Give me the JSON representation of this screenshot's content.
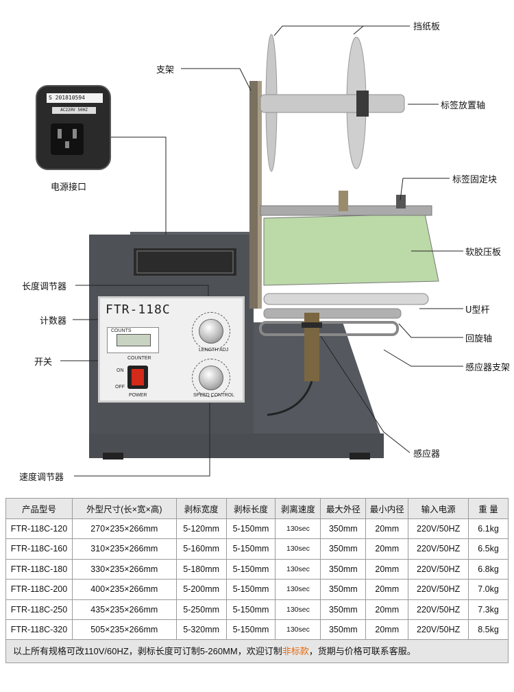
{
  "callouts": {
    "paper_guard": "挡纸板",
    "bracket": "支架",
    "label_shaft": "标签放置轴",
    "power_port": "电源接口",
    "label_fix_block": "标签固定块",
    "soft_plate": "软胶压板",
    "length_adjuster": "长度调节器",
    "u_bar": "U型杆",
    "counter": "计数器",
    "rewind_shaft": "回旋轴",
    "switch": "开关",
    "sensor_bracket": "感应器支架",
    "sensor": "感应器",
    "speed_adjuster": "速度调节器"
  },
  "inset": {
    "serial": "S 201810594",
    "voltage": "AC220V 50HZ"
  },
  "panel": {
    "model": "FTR-118C",
    "counts_label": "COUNTS",
    "counter_label": "COUNTER",
    "on_label": "ON",
    "off_label": "OFF",
    "power_label": "POWER",
    "length_label": "LENGTH ADJ",
    "speed_label": "SPEED CONTROL"
  },
  "table": {
    "headers": [
      "产品型号",
      "外型尺寸(长×宽×高)",
      "剥标宽度",
      "剥标长度",
      "剥离速度",
      "最大外径",
      "最小内径",
      "输入电源",
      "重 量"
    ],
    "rows": [
      [
        "FTR-118C-120",
        "270×235×266mm",
        "5-120mm",
        "5-150mm",
        "130sec",
        "350mm",
        "20mm",
        "220V/50HZ",
        "6.1kg"
      ],
      [
        "FTR-118C-160",
        "310×235×266mm",
        "5-160mm",
        "5-150mm",
        "130sec",
        "350mm",
        "20mm",
        "220V/50HZ",
        "6.5kg"
      ],
      [
        "FTR-118C-180",
        "330×235×266mm",
        "5-180mm",
        "5-150mm",
        "130sec",
        "350mm",
        "20mm",
        "220V/50HZ",
        "6.8kg"
      ],
      [
        "FTR-118C-200",
        "400×235×266mm",
        "5-200mm",
        "5-150mm",
        "130sec",
        "350mm",
        "20mm",
        "220V/50HZ",
        "7.0kg"
      ],
      [
        "FTR-118C-250",
        "435×235×266mm",
        "5-250mm",
        "5-150mm",
        "130sec",
        "350mm",
        "20mm",
        "220V/50HZ",
        "7.3kg"
      ],
      [
        "FTR-118C-320",
        "505×235×266mm",
        "5-320mm",
        "5-150mm",
        "130sec",
        "350mm",
        "20mm",
        "220V/50HZ",
        "8.5kg"
      ]
    ]
  },
  "note": {
    "before": "以上所有规格可改110V/60HZ，剥标长度可订制5-260MM，欢迎订制",
    "highlight": "非标款",
    "after": "，货期与价格可联系客服。"
  },
  "colors": {
    "machine_body": "#4e5257",
    "highlight": "#e46a12",
    "switch_red": "#d42a1a",
    "plate_green": "#bcd9a8"
  }
}
